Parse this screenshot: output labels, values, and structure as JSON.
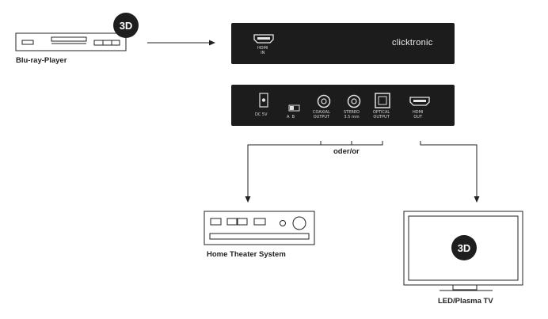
{
  "source": {
    "label": "Blu-ray-Player",
    "badge": "3D"
  },
  "converter": {
    "brand": "clicktronic",
    "front": {
      "hdmi_in": "HDMI\nIN"
    },
    "back": {
      "power": "DC 5V",
      "switch": "A  B",
      "coaxial": "COAXIAL\nOUTPUT",
      "stereo": "STEREO\n3.5 mm",
      "optical": "OPTICAL\nOUTPUT",
      "hdmi_out": "HDMI\nOUT"
    }
  },
  "or_label": "oder/or",
  "home_theater": {
    "label": "Home Theater System"
  },
  "tv": {
    "label": "LED/Plasma TV",
    "badge": "3D"
  }
}
